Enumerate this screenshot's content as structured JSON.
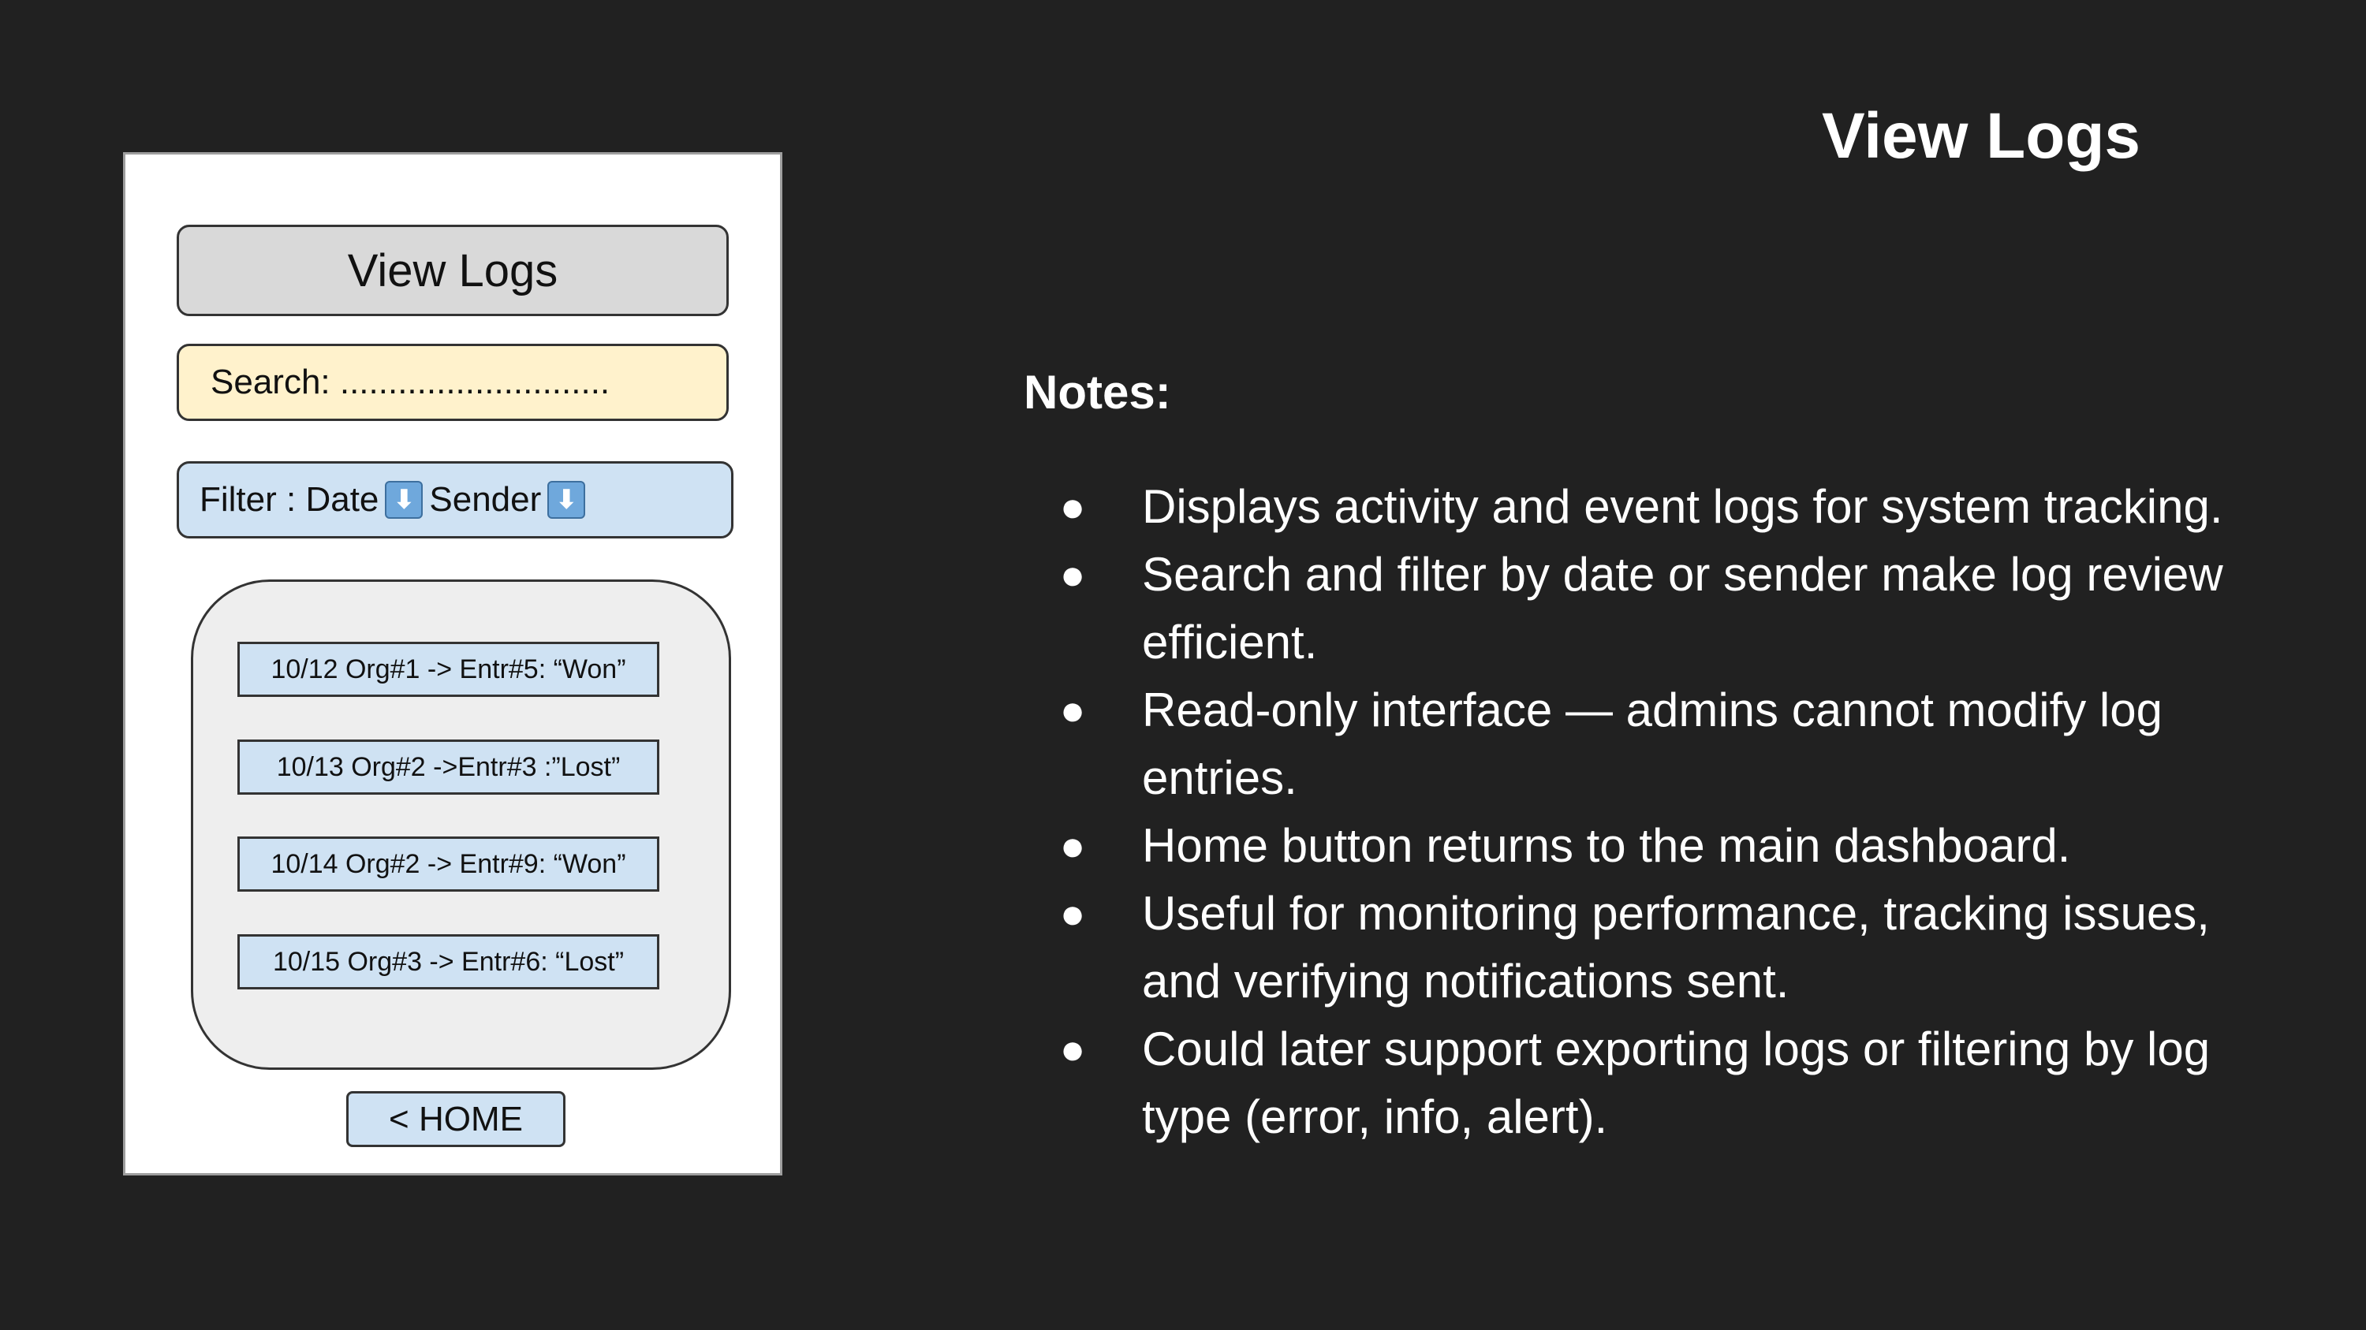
{
  "slide": {
    "title": "View Logs"
  },
  "mockup": {
    "header_title": "View Logs",
    "search_text": "Search: ............................",
    "filter": {
      "prefix": "Filter : Date",
      "sender_label": "Sender",
      "arrow_glyph": "⬇"
    },
    "log_entries": [
      "10/12 Org#1 -> Entr#5: “Won”",
      "10/13 Org#2 ->Entr#3 :”Lost”",
      "10/14 Org#2 -> Entr#9: “Won”",
      "10/15 Org#3 -> Entr#6: “Lost”"
    ],
    "home_button": "< HOME"
  },
  "notes": {
    "heading": "Notes:",
    "bullet_glyph": "●",
    "items": [
      "Displays activity and event logs for system tracking.",
      "Search and filter by date or sender make log review efficient.",
      "Read-only interface — admins cannot modify log entries.",
      "Home button returns to the main dashboard.",
      "Useful for monitoring performance, tracking issues, and verifying notifications sent.",
      "Could later support exporting logs or filtering by log type (error, info, alert)."
    ]
  },
  "colors": {
    "background": "#212121",
    "header_fill": "#d9d9d9",
    "search_fill": "#fff2cc",
    "filter_fill": "#cfe2f3",
    "panel_fill": "#eeeeee",
    "arrow_icon": "#6fa8dc"
  }
}
